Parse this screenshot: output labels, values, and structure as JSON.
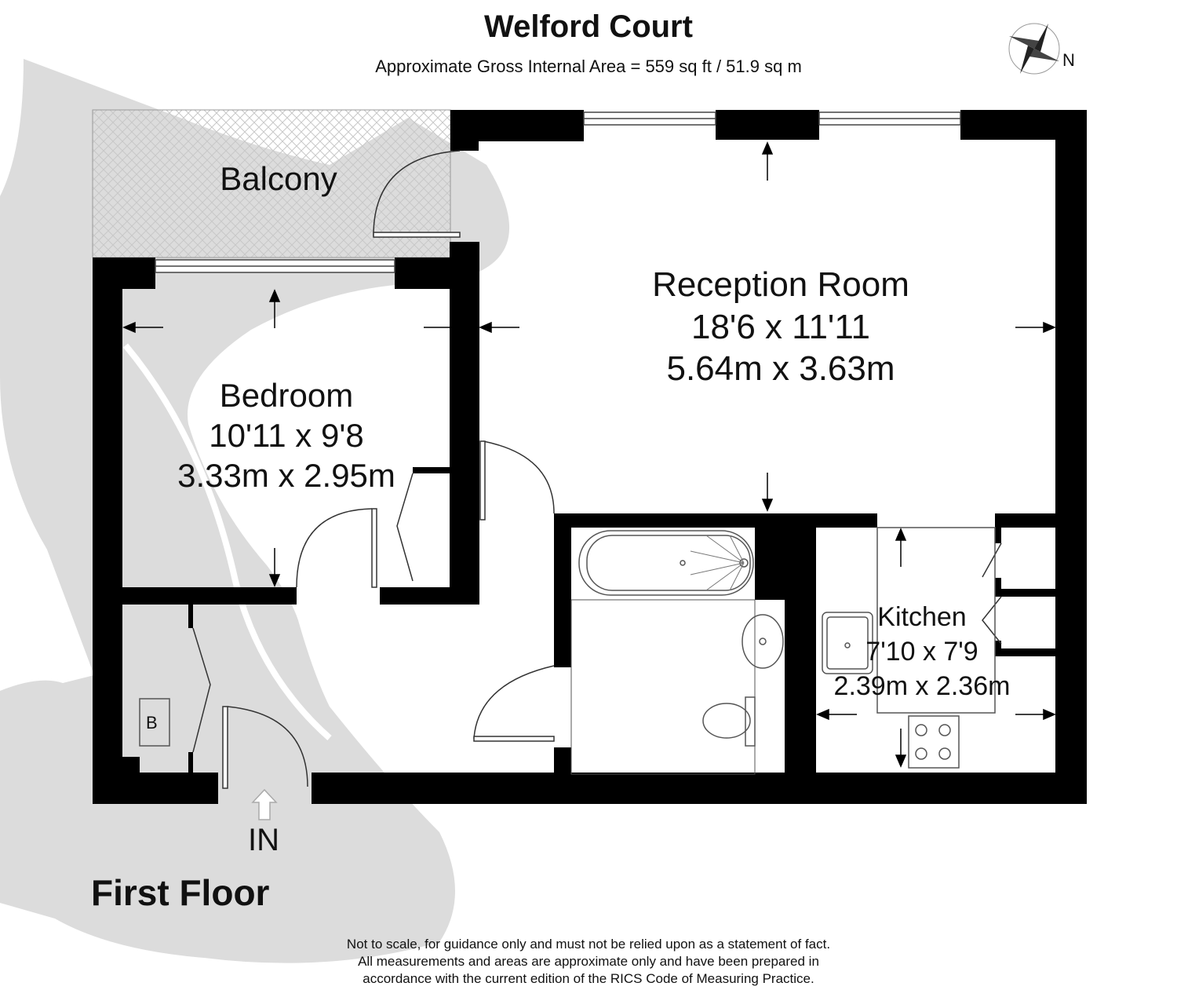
{
  "header": {
    "title": "Welford Court",
    "area": "Approximate Gross Internal Area = 559 sq ft / 51.9 sq m"
  },
  "compass": {
    "label": "N"
  },
  "rooms": {
    "balcony": {
      "name": "Balcony"
    },
    "reception": {
      "name": "Reception Room",
      "imperial": "18'6 x 11'11",
      "metric": "5.64m x 3.63m"
    },
    "bedroom": {
      "name": "Bedroom",
      "imperial": "10'11 x 9'8",
      "metric": "3.33m x 2.95m"
    },
    "kitchen": {
      "name": "Kitchen",
      "imperial": "7'10 x 7'9",
      "metric": "2.39m x 2.36m"
    }
  },
  "boiler": {
    "label": "B"
  },
  "entrance": {
    "label": "IN"
  },
  "floor": {
    "label": "First Floor"
  },
  "disclaimer": {
    "line1": "Not to scale, for guidance only and must not be relied upon as a statement of fact.",
    "line2": "All measurements and areas are approximate only and have been prepared in",
    "line3": "accordance with the current edition of the RICS Code of Measuring Practice."
  },
  "colors": {
    "wall": "#000000",
    "watermark": "#dcdcdc",
    "fixture": "#555555"
  }
}
